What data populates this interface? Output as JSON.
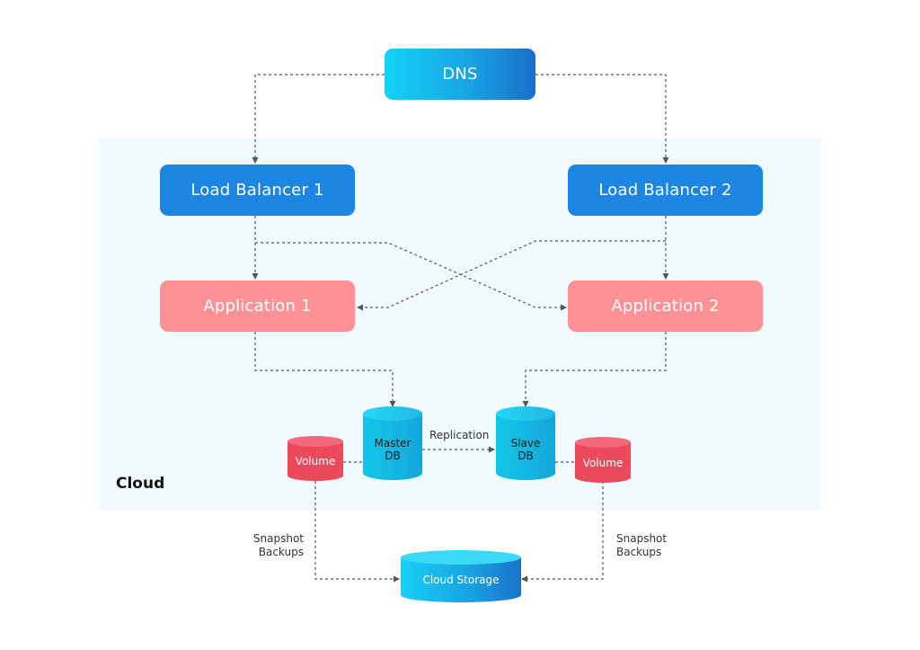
{
  "nodes": {
    "dns": "DNS",
    "load_balancer_1": "Load Balancer 1",
    "load_balancer_2": "Load Balancer 2",
    "application_1": "Application 1",
    "application_2": "Application 2",
    "master_db": "Master\nDB",
    "slave_db": "Slave\nDB",
    "volume_left": "Volume",
    "volume_right": "Volume",
    "cloud_storage": "Cloud Storage"
  },
  "region": {
    "label": "Cloud"
  },
  "edge_labels": {
    "replication": "Replication",
    "snapshot_left": "Snapshot\nBackups",
    "snapshot_right": "Snapshot\nBackups"
  },
  "colors": {
    "dns_gradient": [
      "#14d3f7",
      "#1a6fc8"
    ],
    "load_balancer": "#1c86e2",
    "application": "#fe9196",
    "database": "#14b4de",
    "volume": "#ea4a5a",
    "cloud_region": "#f1fbfd",
    "connector": "#555555"
  }
}
